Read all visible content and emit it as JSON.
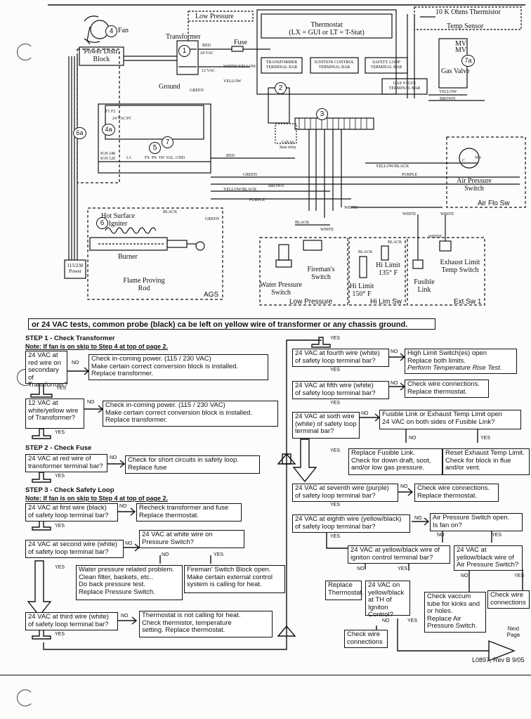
{
  "wiring": {
    "fan": "Fan",
    "power_block": "Power Distr.\nBlock",
    "transformer": "Transformer",
    "red_24vac": "RED",
    "v24": "24 VAC",
    "v12": "12 VAC",
    "white_yellow": "WHITE/YELLOW",
    "fuse": "Fuse",
    "low_pressure_top": "Low Pressure",
    "thermostat": "Thermostat\n(LX = GUI or LT = T-Stat)",
    "thermistor": "10 K Ohms Thermistor",
    "temp_sensor": "Temp Sensor",
    "mv1": "MV",
    "mv2": "MV",
    "gas_valve": "Gas Valve",
    "transformer_bar": "TRANSFORMER\nTERMINAL BAR",
    "ignition_bar": "IGNITION CONTROL\nTERMINAL BAR",
    "safety_bar": "SAFETY LOOP\nTERMINAL BAR",
    "gas_valve_bar": "GAS VALVE\nTERMINAL BAR",
    "ground": "Ground",
    "green": "GREEN",
    "yellow": "YELLOW",
    "brown": "BROWN",
    "red": "RED",
    "black": "BLACK",
    "white": "WHITE",
    "purple": "PURPLE",
    "yellow_black": "YELLOW/BLACK",
    "call_heat": "Call for\nheat relay",
    "air_pressure_switch": "Air Pressure\nSwitch",
    "air_flo_sw": "Air Flo Sw",
    "no": "NO",
    "c": "C",
    "hot_surface": "Hot Surface\nIgniter",
    "burner": "Burner",
    "flame_rod": "Flame Proving\nRod",
    "ags": "AGS",
    "power_115": "115/230\nPower",
    "water_pressure": "Water Pressure\nSwitch",
    "firemans": "Fireman's\nSwitch",
    "hi_limit_150": "Hi Limit\n150° F",
    "hi_limit_135": "Hi Limit\n135° F",
    "fusible": "Fusible\nLink",
    "exhaust_limit": "Exhaust Limit\nTemp Switch",
    "low_pressure": "Low Pressure",
    "hi_lim_sw": "Hi Lim Sw",
    "ext_sw": "Ext Sw 1",
    "terminals_left": [
      "F1",
      "F2",
      "24 VAC",
      "PC"
    ],
    "terminals_bottom": [
      "IGN 240",
      "IGN 120",
      "L1",
      "FS",
      "PS",
      "TH",
      "VAL",
      "GND"
    ],
    "callouts": [
      "1",
      "2",
      "3",
      "4",
      "4a",
      "5",
      "6",
      "6a",
      "7",
      "7a"
    ]
  },
  "banner": "or 24 VAC tests, common probe (black) ca be left on yellow wire of transformer or any chassis ground.",
  "steps": {
    "step1": "STEP 1 - Check Transformer",
    "note1": "Note: If fan is on skip to Step 4 at top of page 2.",
    "step2": "STEP 2 - Check Fuse",
    "step3": "STEP 3 - Check Safety Loop",
    "note3": "Note: If fan is on skip to Step 4 at top of page 2."
  },
  "boxes": {
    "q_red_sec": "24 VAC at\nred wire on\nsecondary of\nTransformer?",
    "a_red_sec": "Check in-coming power. (115 / 230 VAC)\nMake certain correct conversion block is installed.\nReplace transformer.",
    "q_12vac": "12 VAC at\nwhite/yellow wire\nof Transformer?",
    "a_12vac": "Check in-coming power. (115 / 230 VAC)\nMake certain correct conversion block is installed.\nReplace transformer.",
    "q_fuse": "24 VAC at red wire of\ntransformer terminal bar?",
    "a_fuse": "Check for short circuits in safety loop.\nReplace fuse",
    "q_first": "24 VAC at first wire (black)\nof safety loop terminal bar?",
    "a_first": "Recheck transformer and fuse\nReplace thermostat.",
    "q_second": "24 VAC at second wire (white)\nof safety loop terminal bar?",
    "q_white_ps": "24 VAC at white wire on\nPressure Switch?",
    "a_water": "Water pressure related problem.\nClean filter, baskets, etc..\nDo back pressure test.\nReplace Pressure Switch.",
    "a_fireman": "Fireman' Switch Block open.\nMake certain external control\nsystem is calling for heat.",
    "q_third": "24 VAC at third wire (white)\nof safety loop terminal bar?",
    "a_third": "Thermostat is not calling for heat.\nCheck thermistor, temperature\nsetting. Replace thermostat.",
    "q_fourth": "24 VAC at fourth wire (white)\nof safety loop terminal bar?",
    "a_fourth_1": "High Limit Switch(es) open\nReplace both limits.",
    "a_fourth_2": "Perform Temperature Rise Test.",
    "q_fifth": "24 VAC at fifth wire (white)\nof safety loop terminal bar?",
    "a_fifth": "Check wire connections.\nReplace thermostat.",
    "q_sixth": "24 VAC at sixth wire\n(white) of safety loop\nterminal bar?",
    "q_fusible": "Fusible Link or Exhaust Temp Limit open\n24 VAC on both sides of Fusible Link?",
    "a_fusible_no": "Replace Fusible Link.\nCheck for down draft, soot,\nand/or low gas pressure.",
    "a_fusible_yes": "Reset Exhaust Temp Limit.\nCheck for block in flue\nand/or vent.",
    "q_seventh": "24 VAC at seventh wire (purple)\nof safety loop terminal bar?",
    "a_seventh": "Check wire connections.\nReplace thermostat.",
    "q_eighth": "24 VAC at eighth wire (yellow/black)\nof safety loop terminal bar?",
    "q_fan": "Air Pressure Switch open.\nIs fan on?",
    "q_ign_yb": "24 VAC at yellow/black wire of\nigniton control terminal bar?",
    "q_aps_yb": "24 VAC at\nyellow/black wire of\nAir Pressure Switch?",
    "a_replace_t": "Replace\nThermostat.",
    "q_th": "24 VAC on\nyellow/black\nat TH of\nIgniton Control?",
    "a_vaccum": "Check vaccum\ntube for kinks and\nor holes.\nReplace Air\nPressure Switch.",
    "a_wire_r": "Check wire\nconnections",
    "a_wire_b": "Check wire\nconnections"
  },
  "labels": {
    "yes": "YES",
    "no": "NO"
  },
  "next_page": "Next\nPage",
  "doc_id": "L0897, Rev B 9/05"
}
